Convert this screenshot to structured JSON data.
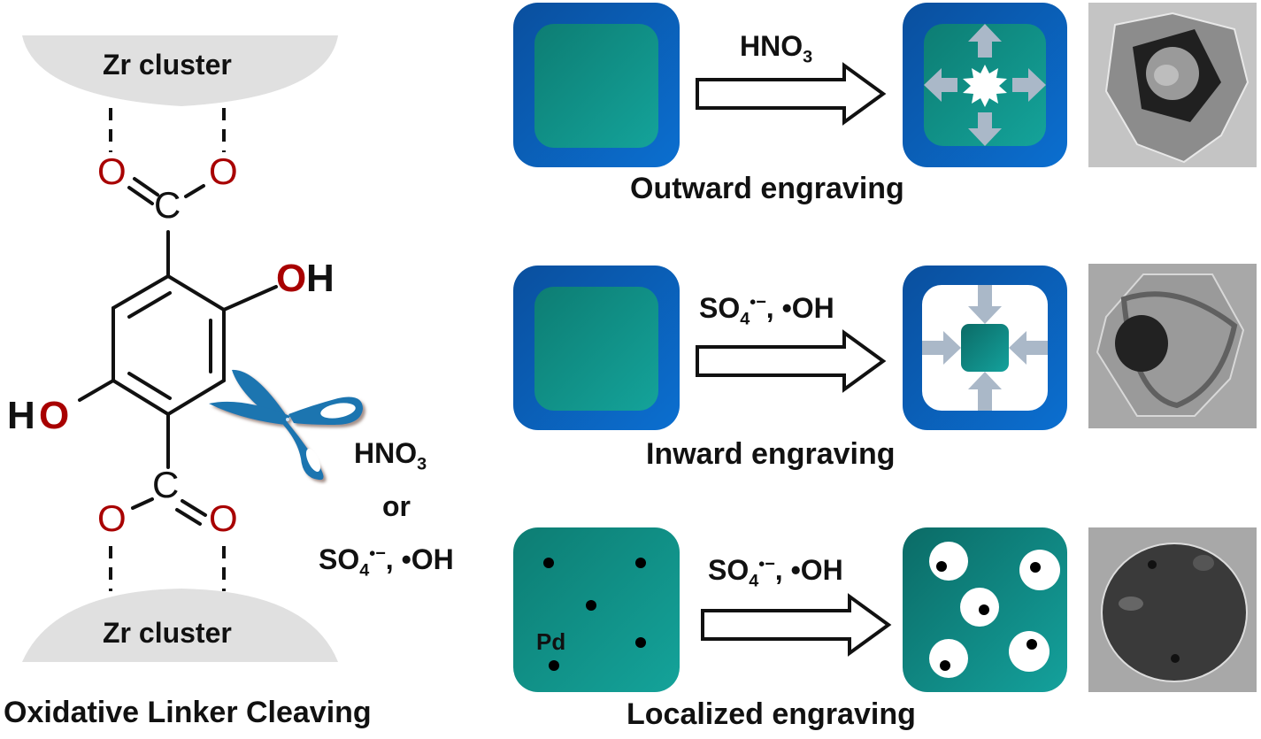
{
  "figure": {
    "left_panel": {
      "top_cluster_label": "Zr cluster",
      "bottom_cluster_label": "Zr cluster",
      "atoms": {
        "top_O_left": "O",
        "top_O_right": "O",
        "top_C": "C",
        "bottom_O_left": "O",
        "bottom_O_right": "O",
        "bottom_C": "C",
        "oh_right_O": "O",
        "oh_right_H": "H",
        "oh_left_H": "H",
        "oh_left_O": "O"
      },
      "reagents": {
        "line1_main": "HNO",
        "line1_sub": "3",
        "line2": "or",
        "line3_main": "SO",
        "line3_sub": "4",
        "line3_sup": "•−",
        "line3_rest": ", •OH"
      },
      "caption": "Oxidative Linker Cleaving",
      "icons": [
        "scissors-icon"
      ]
    },
    "rows": [
      {
        "reagent_main": "HNO",
        "reagent_sub": "3",
        "reagent_sup": "",
        "reagent_rest": "",
        "caption": "Outward engraving",
        "before": "core-shell-cube",
        "after": "outward-expansion",
        "tem": "hollow-star-particle"
      },
      {
        "reagent_main": "SO",
        "reagent_sub": "4",
        "reagent_sup": "•−",
        "reagent_rest": ", •OH",
        "caption": "Inward engraving",
        "before": "core-shell-cube",
        "after": "inward-contraction",
        "tem": "yolk-shell-particle"
      },
      {
        "reagent_main": "SO",
        "reagent_sub": "4",
        "reagent_sup": "•−",
        "reagent_rest": ", •OH",
        "caption": "Localized engraving",
        "before": "pd-doped-cube",
        "after": "localized-pores",
        "tem": "porous-particle",
        "pd_label": "Pd"
      }
    ],
    "colors": {
      "shell_blue": "#0a5fb4",
      "core_teal": "#0f8f86",
      "oxygen_red": "#a80000",
      "arrow_grey": "#aab8c8",
      "scissors_blue": "#1f74b0",
      "cluster_grey": "#e0e0e0"
    }
  }
}
